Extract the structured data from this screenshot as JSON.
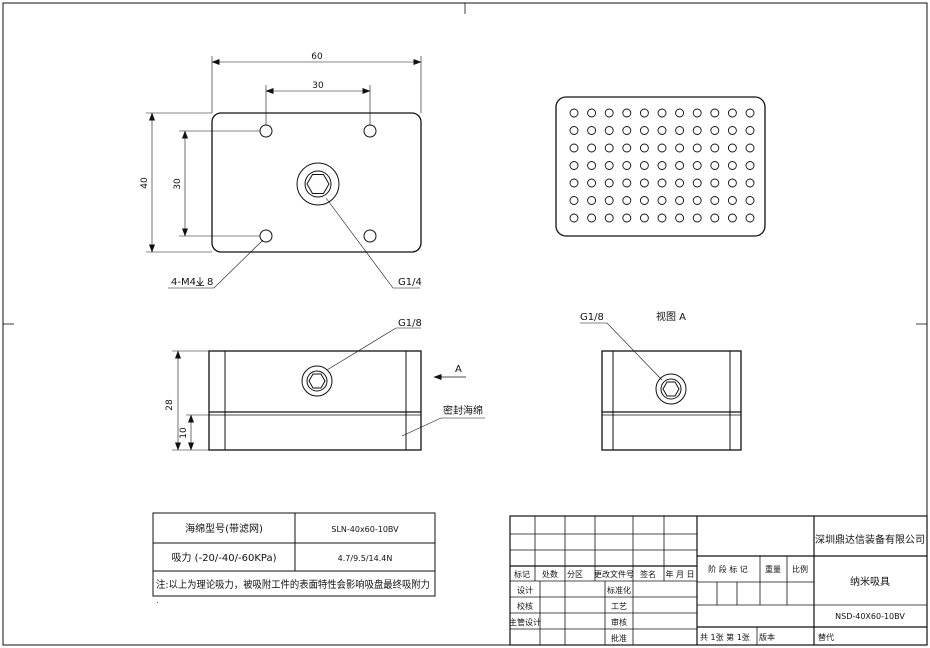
{
  "views": {
    "top": {
      "dim_width": "60",
      "dim_hole_spacing_x": "30",
      "dim_height": "40",
      "dim_hole_spacing_y": "30",
      "hole_callout": "4-M4",
      "hole_depth": "8",
      "port_label": "G1/4"
    },
    "front": {
      "port_label": "G1/8",
      "arrow_label": "A",
      "dim_total": "28",
      "dim_sponge": "10",
      "sponge_label": "密封海绵"
    },
    "side": {
      "port_label": "G1/8",
      "view_label": "视图 A"
    },
    "bottom": {
      "hole_rows": 7,
      "hole_cols": 11
    }
  },
  "spec_table": {
    "row1": {
      "label": "海绵型号(带滤网)",
      "value": "SLN-40x60-10BV"
    },
    "row2": {
      "label": "吸力 (-20/-40/-60KPa)",
      "value": "4.7/9.5/14.4N"
    },
    "note": "注:以上为理论吸力，被吸附工件的表面特性会影响吸盘最终吸附力",
    "dot": "."
  },
  "title_block": {
    "company": "深圳鼎达信装备有限公司",
    "part_name": "纳米吸具",
    "part_number": "NSD-40X60-10BV",
    "headers": {
      "mark": "标记",
      "count": "处数",
      "zone": "分区",
      "change_doc": "更改文件号",
      "sign": "签名",
      "date": "年 月 日"
    },
    "stage_mark": "阶 段 标 记",
    "weight": "重量",
    "scale": "比例",
    "rows": {
      "design": "设计",
      "standardize": "标准化",
      "check": "校核",
      "process": "工艺",
      "chief": "主管设计",
      "review": "审核",
      "approve": "批准"
    },
    "sheet_info": "共 1张  第 1张",
    "version": "版本",
    "replace": "替代"
  }
}
